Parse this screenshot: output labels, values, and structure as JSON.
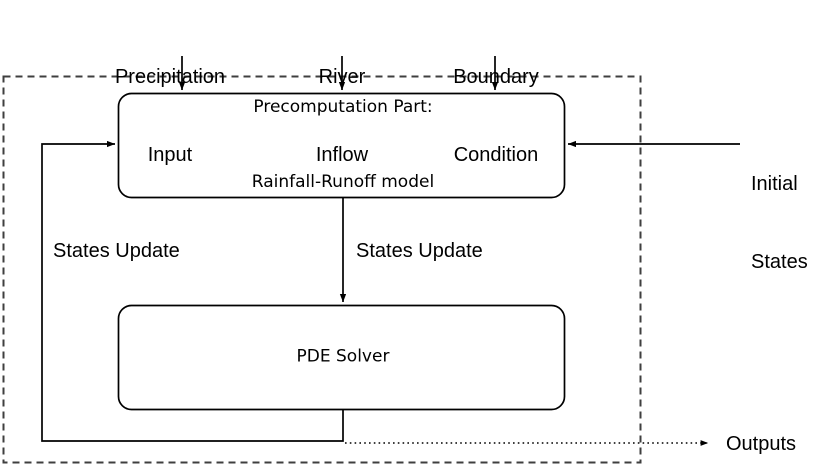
{
  "diagram": {
    "title": "Rainfall-Runoff and PDE Solver Coupling Flowchart",
    "colors": {
      "stroke": "#000000",
      "background": "#ffffff",
      "dashed_boundary": "#3f3f3f",
      "dotted_output": "#000000"
    },
    "boundary": {
      "name": "system-boundary",
      "style": "dashed"
    },
    "nodes": [
      {
        "id": "precomputation",
        "line1": "Precomputation Part:",
        "line2": "Rainfall-Runoff model",
        "shape": "rounded-rectangle"
      },
      {
        "id": "pde-solver",
        "line1": "PDE Solver",
        "line2": "",
        "shape": "rounded-rectangle"
      }
    ],
    "inputs": [
      {
        "id": "precipitation-input",
        "line1": "Precipitation",
        "line2": "Input"
      },
      {
        "id": "river-inflow",
        "line1": "River",
        "line2": "Inflow"
      },
      {
        "id": "boundary-condition",
        "line1": "Boundary",
        "line2": "Condition"
      },
      {
        "id": "initial-states",
        "line1": "Initial",
        "line2": "States"
      }
    ],
    "edge_labels": [
      {
        "id": "states-update-left",
        "text": "States Update"
      },
      {
        "id": "states-update-center",
        "text": "States Update"
      }
    ],
    "outputs": [
      {
        "id": "outputs",
        "text": "Outputs"
      }
    ]
  }
}
